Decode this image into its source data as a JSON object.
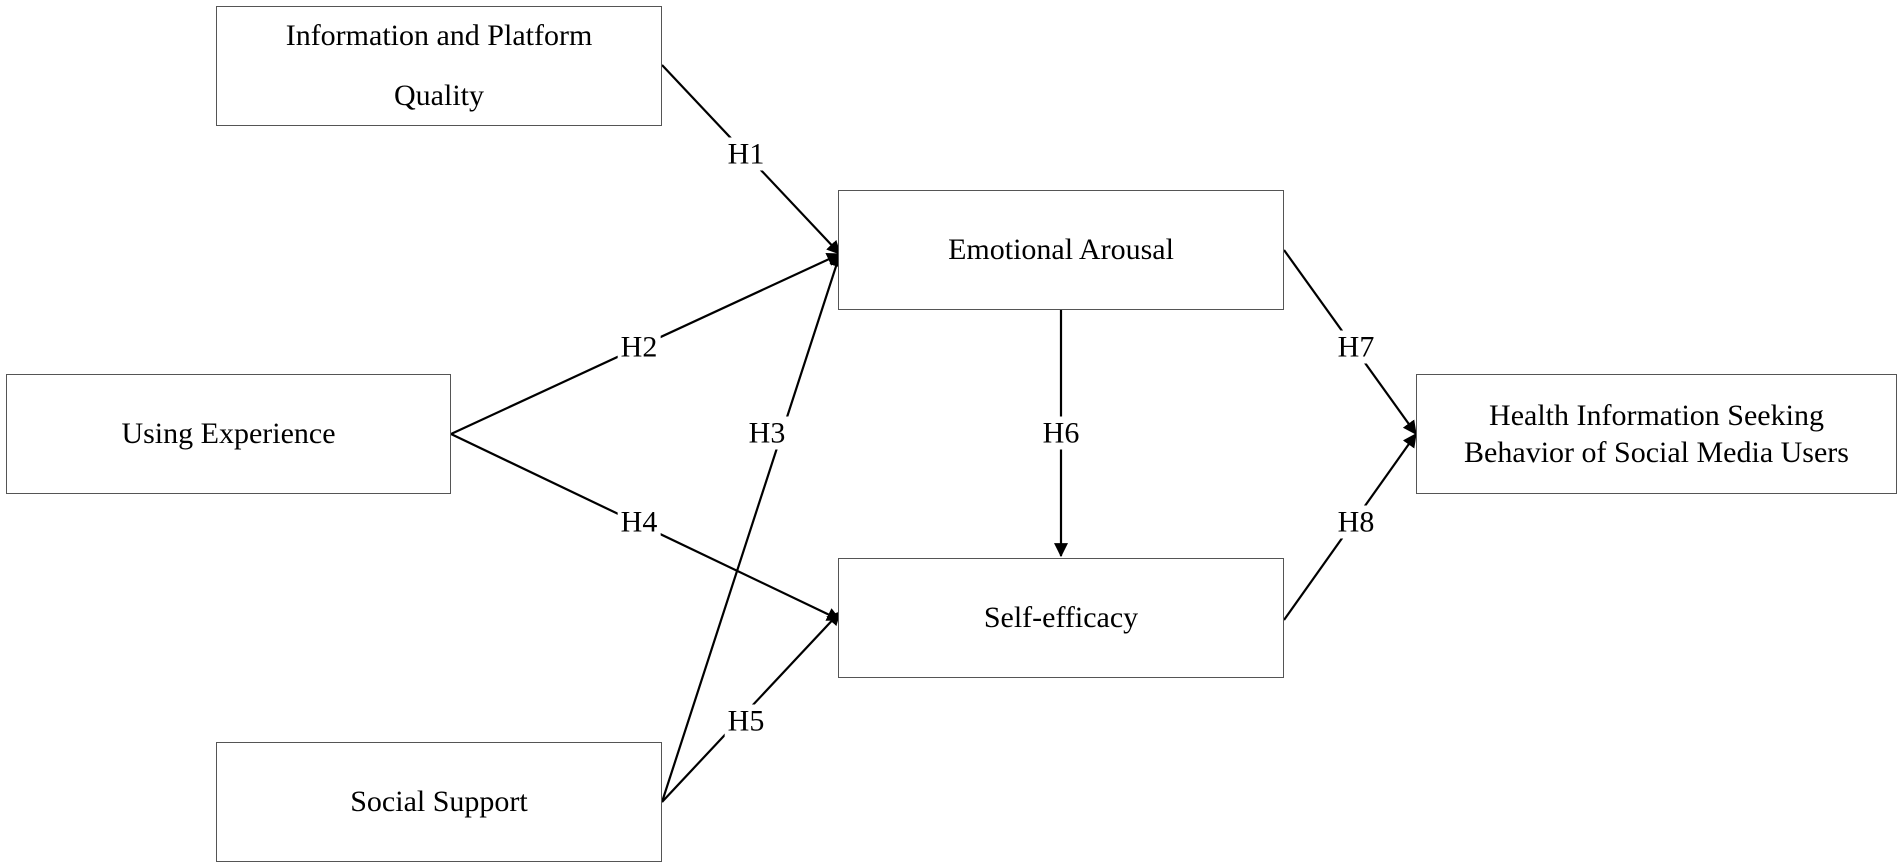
{
  "diagram": {
    "nodes": {
      "info_quality": {
        "lines": [
          "Information and Platform",
          "Quality"
        ]
      },
      "using_experience": {
        "lines": [
          "Using Experience"
        ]
      },
      "social_support": {
        "lines": [
          "Social Support"
        ]
      },
      "emotional_arousal": {
        "lines": [
          "Emotional Arousal"
        ]
      },
      "self_efficacy": {
        "lines": [
          "Self-efficacy"
        ]
      },
      "health_behavior": {
        "lines": [
          "Health Information Seeking",
          "Behavior of Social Media Users"
        ]
      }
    },
    "edges": [
      {
        "id": "h1",
        "from": "info_quality",
        "to": "emotional_arousal",
        "label": "H1"
      },
      {
        "id": "h2",
        "from": "using_experience",
        "to": "emotional_arousal",
        "label": "H2"
      },
      {
        "id": "h3",
        "from": "social_support",
        "to": "emotional_arousal",
        "label": "H3"
      },
      {
        "id": "h4",
        "from": "using_experience",
        "to": "self_efficacy",
        "label": "H4"
      },
      {
        "id": "h5",
        "from": "social_support",
        "to": "self_efficacy",
        "label": "H5"
      },
      {
        "id": "h6",
        "from": "emotional_arousal",
        "to": "self_efficacy",
        "label": "H6"
      },
      {
        "id": "h7",
        "from": "emotional_arousal",
        "to": "health_behavior",
        "label": "H7"
      },
      {
        "id": "h8",
        "from": "self_efficacy",
        "to": "health_behavior",
        "label": "H8"
      }
    ]
  }
}
